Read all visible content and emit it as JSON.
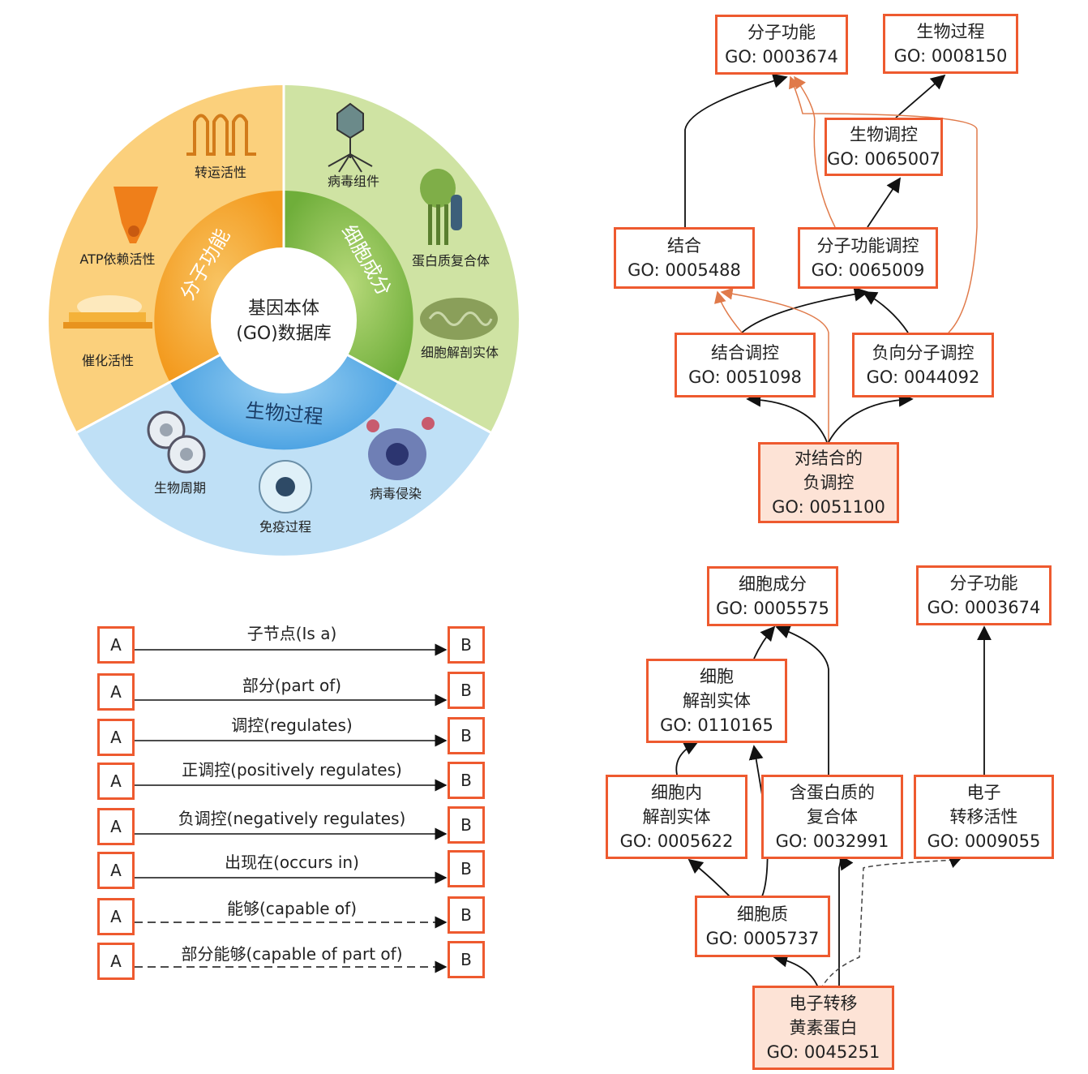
{
  "wheel": {
    "center_lines": [
      "基因本体",
      "(GO)数据库"
    ],
    "sectors": {
      "mf": "分子功能",
      "cc": "细胞成分",
      "bp": "生物过程"
    },
    "items": {
      "transport": "转运活性",
      "atp": "ATP依赖活性",
      "catalytic": "催化活性",
      "virion": "病毒组件",
      "protein_complex": "蛋白质复合体",
      "anatomical": "细胞解剖实体",
      "cell_cycle": "生物周期",
      "immune": "免疫过程",
      "viral": "病毒侵染"
    },
    "colors": {
      "orange": "#f5a623",
      "green": "#8cc152",
      "blue": "#5fb0e8"
    }
  },
  "relations": [
    {
      "a": "A",
      "b": "B",
      "label": "子节点(Is a)",
      "style": "solid"
    },
    {
      "a": "A",
      "b": "B",
      "label": "部分(part of)",
      "style": "solid"
    },
    {
      "a": "A",
      "b": "B",
      "label": "调控(regulates)",
      "style": "solid"
    },
    {
      "a": "A",
      "b": "B",
      "label": "正调控(positively regulates)",
      "style": "solid"
    },
    {
      "a": "A",
      "b": "B",
      "label": "负调控(negatively regulates)",
      "style": "solid"
    },
    {
      "a": "A",
      "b": "B",
      "label": "出现在(occurs in)",
      "style": "solid"
    },
    {
      "a": "A",
      "b": "B",
      "label": "能够(capable of)",
      "style": "dashed"
    },
    {
      "a": "A",
      "b": "B",
      "label": "部分能够(capable of part of)",
      "style": "dashed"
    }
  ],
  "graph1": {
    "mf": [
      "分子功能",
      "GO: 0003674"
    ],
    "bp": [
      "生物过程",
      "GO: 0008150"
    ],
    "bioreg": [
      "生物调控",
      "GO: 0065007"
    ],
    "binding": [
      "结合",
      "GO: 0005488"
    ],
    "mfreg": [
      "分子功能调控",
      "GO: 0065009"
    ],
    "bindreg": [
      "结合调控",
      "GO: 0051098"
    ],
    "negmol": [
      "负向分子调控",
      "GO: 0044092"
    ],
    "target": [
      "对结合的",
      "负调控",
      "GO: 0051100"
    ]
  },
  "graph2": {
    "cc": [
      "细胞成分",
      "GO: 0005575"
    ],
    "mf": [
      "分子功能",
      "GO: 0003674"
    ],
    "anat": [
      "细胞",
      "解剖实体",
      "GO: 0110165"
    ],
    "intra": [
      "细胞内",
      "解剖实体",
      "GO: 0005622"
    ],
    "complex": [
      "含蛋白质的",
      "复合体",
      "GO: 0032991"
    ],
    "etrans": [
      "电子",
      "转移活性",
      "GO: 0009055"
    ],
    "cyto": [
      "细胞质",
      "GO: 0005737"
    ],
    "target": [
      "电子转移",
      "黄素蛋白",
      "GO: 0045251"
    ]
  }
}
